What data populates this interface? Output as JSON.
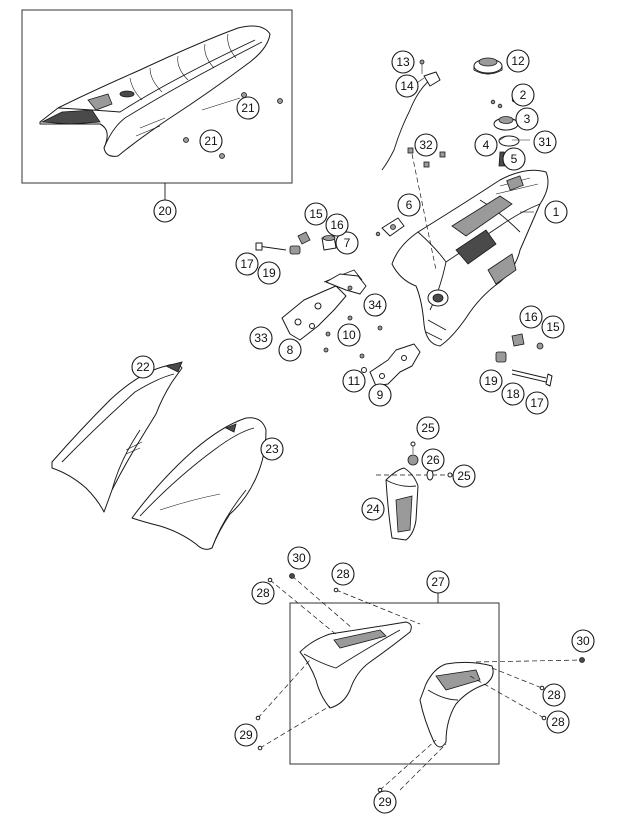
{
  "diagram": {
    "callouts": [
      {
        "id": "c1",
        "label": "1"
      },
      {
        "id": "c2",
        "label": "2"
      },
      {
        "id": "c3",
        "label": "3"
      },
      {
        "id": "c4",
        "label": "4"
      },
      {
        "id": "c5",
        "label": "5"
      },
      {
        "id": "c6",
        "label": "6"
      },
      {
        "id": "c7",
        "label": "7"
      },
      {
        "id": "c8",
        "label": "8"
      },
      {
        "id": "c9",
        "label": "9"
      },
      {
        "id": "c10",
        "label": "10"
      },
      {
        "id": "c11",
        "label": "11"
      },
      {
        "id": "c12",
        "label": "12"
      },
      {
        "id": "c13",
        "label": "13"
      },
      {
        "id": "c14",
        "label": "14"
      },
      {
        "id": "c15a",
        "label": "15"
      },
      {
        "id": "c15b",
        "label": "15"
      },
      {
        "id": "c16a",
        "label": "16"
      },
      {
        "id": "c16b",
        "label": "16"
      },
      {
        "id": "c17a",
        "label": "17"
      },
      {
        "id": "c17b",
        "label": "17"
      },
      {
        "id": "c18",
        "label": "18"
      },
      {
        "id": "c19a",
        "label": "19"
      },
      {
        "id": "c19b",
        "label": "19"
      },
      {
        "id": "c20",
        "label": "20"
      },
      {
        "id": "c21a",
        "label": "21"
      },
      {
        "id": "c21b",
        "label": "21"
      },
      {
        "id": "c22",
        "label": "22"
      },
      {
        "id": "c23",
        "label": "23"
      },
      {
        "id": "c24",
        "label": "24"
      },
      {
        "id": "c25a",
        "label": "25"
      },
      {
        "id": "c25b",
        "label": "25"
      },
      {
        "id": "c26",
        "label": "26"
      },
      {
        "id": "c27",
        "label": "27"
      },
      {
        "id": "c28a",
        "label": "28"
      },
      {
        "id": "c28b",
        "label": "28"
      },
      {
        "id": "c28c",
        "label": "28"
      },
      {
        "id": "c28d",
        "label": "28"
      },
      {
        "id": "c29a",
        "label": "29"
      },
      {
        "id": "c29b",
        "label": "29"
      },
      {
        "id": "c30a",
        "label": "30"
      },
      {
        "id": "c30b",
        "label": "30"
      },
      {
        "id": "c31",
        "label": "31"
      },
      {
        "id": "c32",
        "label": "32"
      },
      {
        "id": "c33",
        "label": "33"
      },
      {
        "id": "c34",
        "label": "34"
      }
    ]
  }
}
